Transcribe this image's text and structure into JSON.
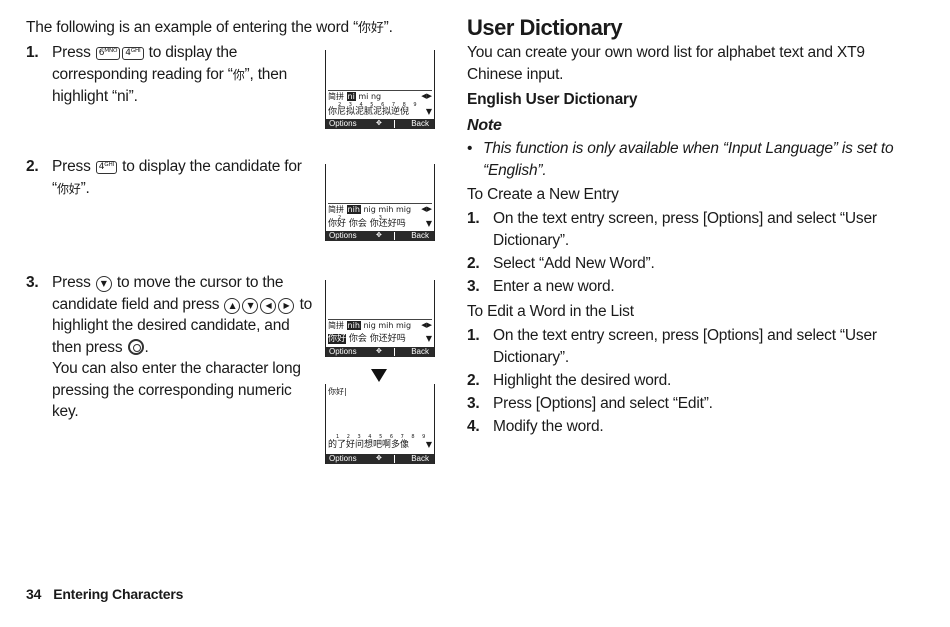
{
  "left": {
    "intro_a": "The following is an example of entering the word “",
    "intro_word": "你好",
    "intro_b": "”.",
    "steps": [
      {
        "num": "1.",
        "a": "Press",
        "key1": "6ᴹᴺᴼ",
        "key2": "4ᴳᴴᴵ",
        "b": "to display the corresponding reading for “",
        "char": "你",
        "c": "”, then highlight “ni”."
      },
      {
        "num": "2.",
        "a": "Press",
        "key1": "4ᴳᴴᴵ",
        "b": "to display the candidate for “",
        "char": "你好",
        "c": "”."
      },
      {
        "num": "3.",
        "a": "Press",
        "b": "to move the cursor to the candidate field and press",
        "c": "to highlight the desired candidate, and then press",
        "d": ".",
        "e": "You can also enter the character long pressing the corresponding numeric key."
      }
    ],
    "screens": [
      {
        "mode": "简拼",
        "hl": "ni",
        "rest": " mi ng",
        "digits": "2 3 4 5 6 7 8 9",
        "cands_hl": "",
        "cands": "你尼拟泥腻泥拟逆倪",
        "soft_left": "Options",
        "soft_right": "Back"
      },
      {
        "mode": "简拼",
        "hl": "nih",
        "rest": " nig mih mig",
        "digits": "2 3",
        "cands_hl": "",
        "cands": "你好 你会 你还好吗",
        "soft_left": "Options",
        "soft_right": "Back"
      },
      {
        "mode": "简拼",
        "hl": "nih",
        "rest": " nig mih mig",
        "digits": "",
        "cands_hl": "你好",
        "cands": " 你会 你还好吗",
        "soft_left": "Options",
        "soft_right": "Back"
      },
      {
        "top": "你好|",
        "digits": "1 2 3 4 5 6 7 8 9",
        "cands": "的了好问想吧啊多像",
        "soft_left": "Options",
        "soft_right": "Back"
      }
    ]
  },
  "right": {
    "title": "User Dictionary",
    "intro": "You can create your own word list for alphabet text and XT9 Chinese input.",
    "subtitle": "English User Dictionary",
    "note_label": "Note",
    "note_bullet": "•",
    "note_text_1": "This function is only available when “Input Language” is set to",
    "note_text_2": "“English”.",
    "create_heading": "To Create a New Entry",
    "create_steps": [
      {
        "num": "1.",
        "text": "On the text entry screen, press [Options] and select “User Dictionary”."
      },
      {
        "num": "2.",
        "text": "Select “Add New Word”."
      },
      {
        "num": "3.",
        "text": "Enter a new word."
      }
    ],
    "edit_heading": "To Edit a Word in the List",
    "edit_steps": [
      {
        "num": "1.",
        "text": "On the text entry screen, press [Options] and select “User Dictionary”."
      },
      {
        "num": "2.",
        "text": "Highlight the desired word."
      },
      {
        "num": "3.",
        "text": "Press [Options] and select “Edit”."
      },
      {
        "num": "4.",
        "text": "Modify the word."
      }
    ]
  },
  "footer": {
    "page": "34",
    "section": "Entering Characters"
  }
}
